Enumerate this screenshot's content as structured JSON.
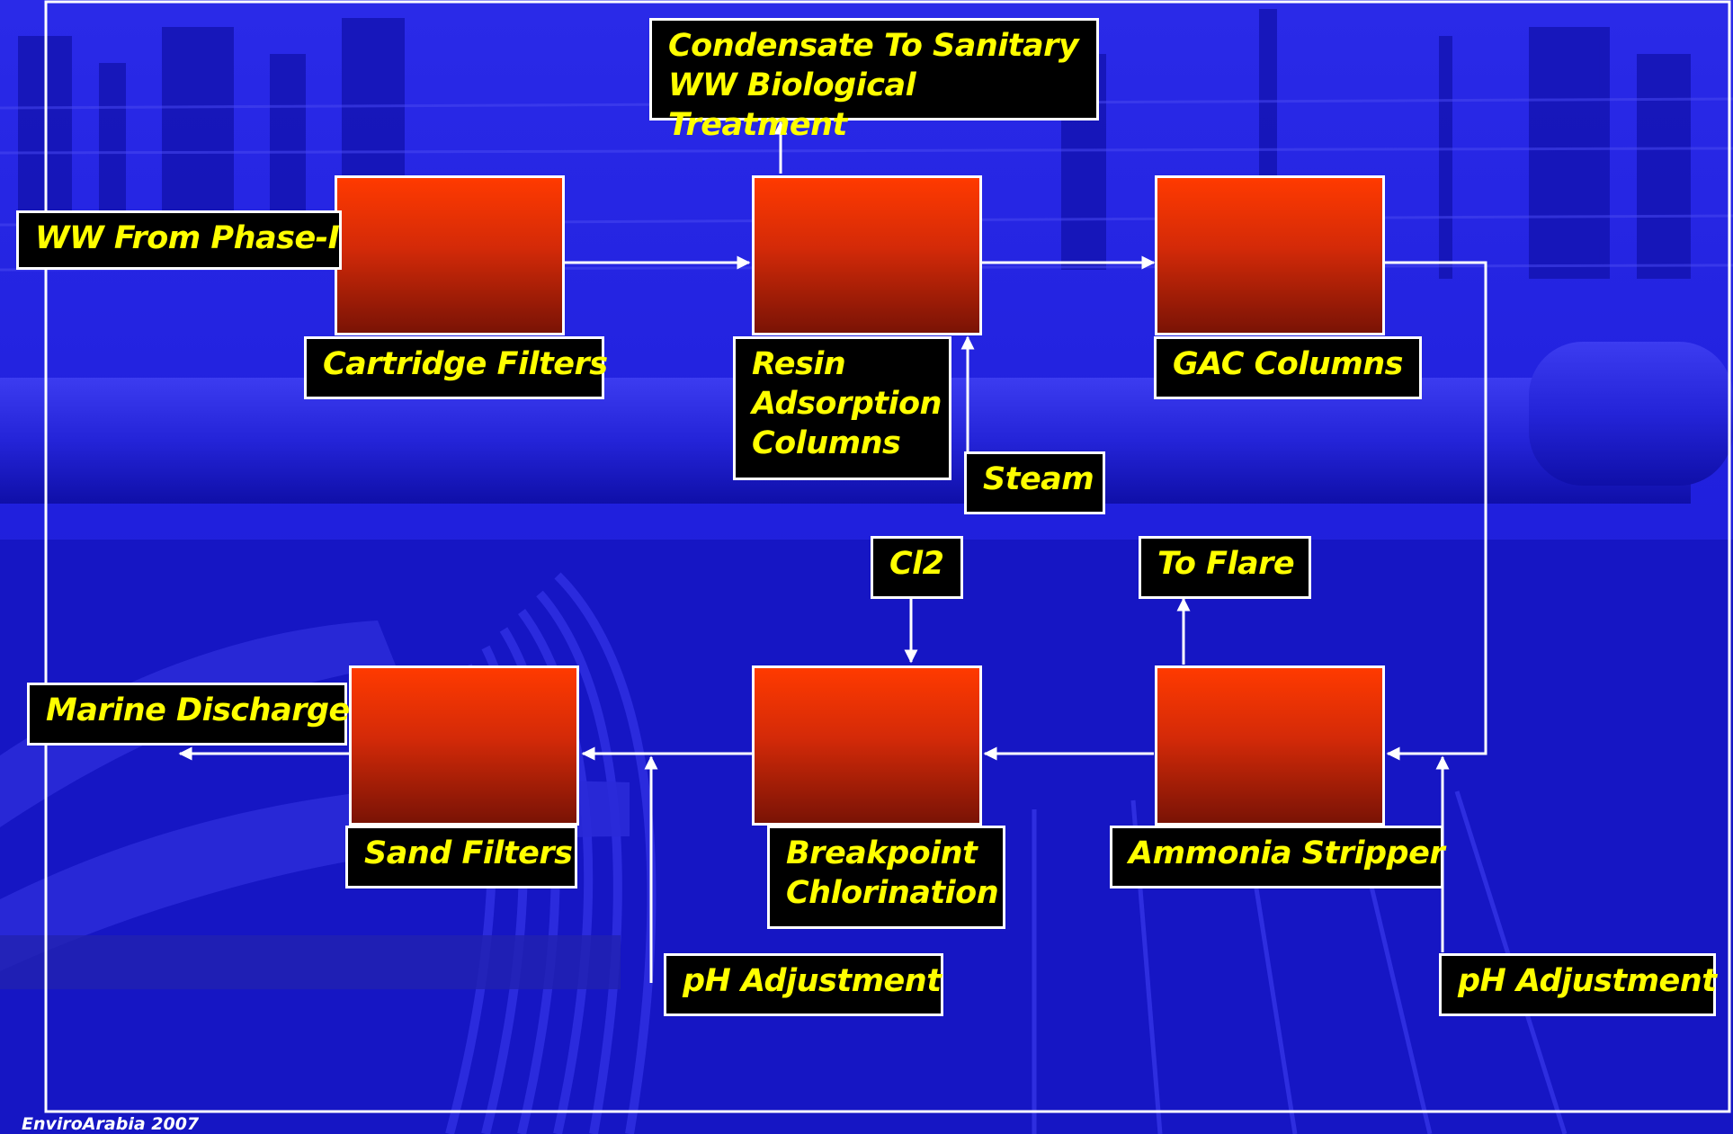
{
  "diagram": {
    "source_label": "WW From Phase-I",
    "condensate_label": "Condensate To Sanitary\nWW Biological Treatment",
    "units": {
      "cartridge_filters": "Cartridge Filters",
      "resin_adsorption": "Resin\nAdsorption\nColumns",
      "gac_columns": "GAC Columns",
      "ammonia_stripper": "Ammonia Stripper",
      "breakpoint_chlorination": "Breakpoint\nChlorination",
      "sand_filters": "Sand Filters"
    },
    "inputs": {
      "steam": "Steam",
      "cl2": "Cl2",
      "to_flare": "To Flare",
      "ph_adjustment_1": "pH Adjustment",
      "ph_adjustment_2": "pH Adjustment"
    },
    "outlet_label": "Marine Discharge"
  },
  "colors": {
    "background": "#1a1ae0",
    "unit_top": "#ff3a00",
    "unit_bottom": "#7a1305",
    "label_bg": "#000000",
    "label_text": "#ffff00",
    "line": "#ffffff"
  },
  "footer": {
    "credit": "EnviroArabia 2007"
  }
}
